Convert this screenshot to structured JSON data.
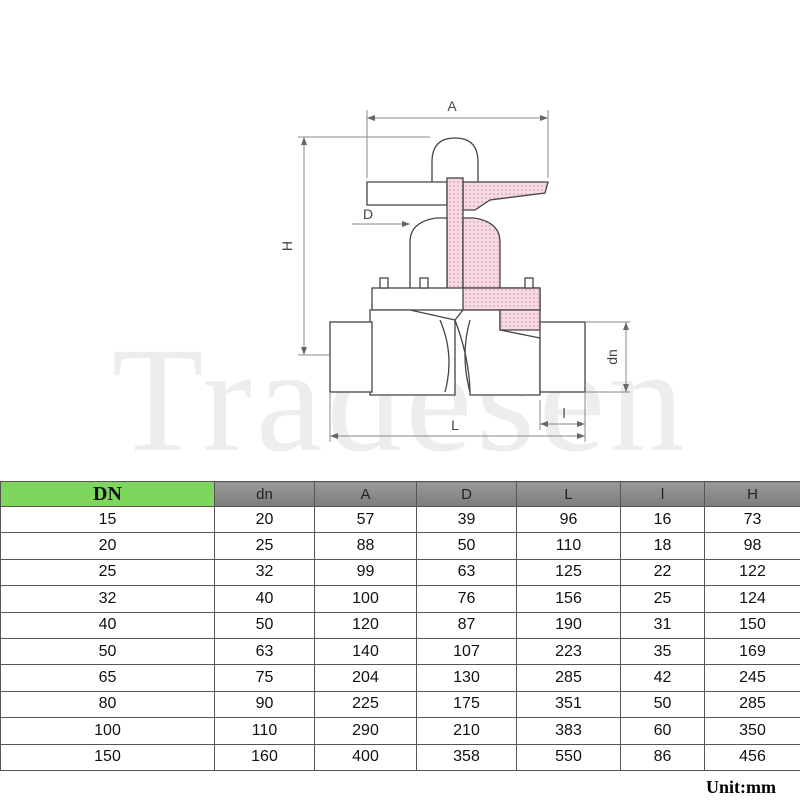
{
  "drawing": {
    "labels": {
      "A": "A",
      "D": "D",
      "H": "H",
      "dn": "dn",
      "L": "L",
      "l": "l"
    }
  },
  "watermark": "Tradesen",
  "table": {
    "headers": [
      "DN",
      "dn",
      "A",
      "D",
      "L",
      "l",
      "H"
    ],
    "rows": [
      [
        "15",
        "20",
        "57",
        "39",
        "96",
        "16",
        "73"
      ],
      [
        "20",
        "25",
        "88",
        "50",
        "110",
        "18",
        "98"
      ],
      [
        "25",
        "32",
        "99",
        "63",
        "125",
        "22",
        "122"
      ],
      [
        "32",
        "40",
        "100",
        "76",
        "156",
        "25",
        "124"
      ],
      [
        "40",
        "50",
        "120",
        "87",
        "190",
        "31",
        "150"
      ],
      [
        "50",
        "63",
        "140",
        "107",
        "223",
        "35",
        "169"
      ],
      [
        "65",
        "75",
        "204",
        "130",
        "285",
        "42",
        "245"
      ],
      [
        "80",
        "90",
        "225",
        "175",
        "351",
        "50",
        "285"
      ],
      [
        "100",
        "110",
        "290",
        "210",
        "383",
        "60",
        "350"
      ],
      [
        "150",
        "160",
        "400",
        "358",
        "550",
        "86",
        "456"
      ]
    ]
  },
  "unit": "Unit:mm",
  "colors": {
    "dn_header": "#7ed65e",
    "header_gray": "#8a8a8a",
    "line": "#555555",
    "section_fill": "#f2d6e0"
  }
}
